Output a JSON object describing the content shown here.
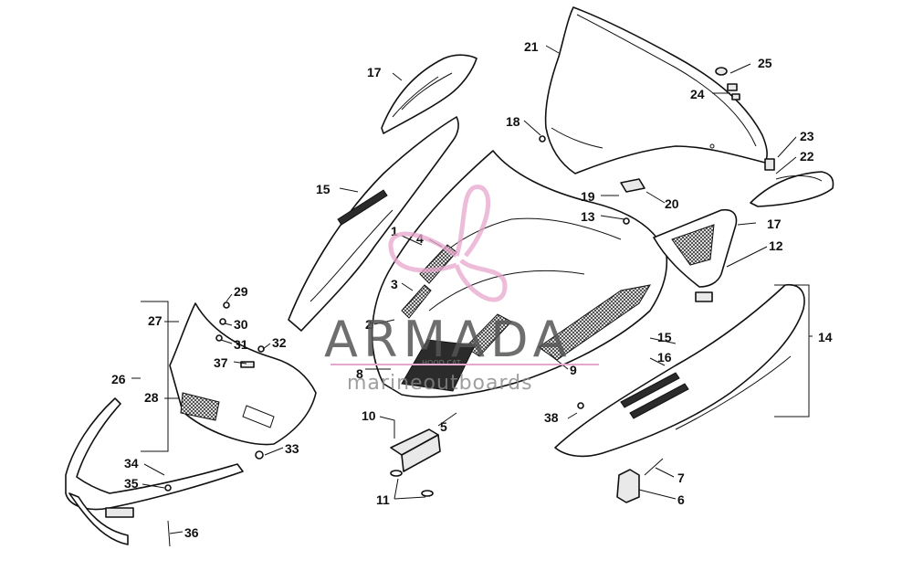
{
  "callouts": [
    {
      "id": "c1",
      "text": "1"
    },
    {
      "id": "c2",
      "text": "2"
    },
    {
      "id": "c3",
      "text": "3"
    },
    {
      "id": "c4",
      "text": "4"
    },
    {
      "id": "c5",
      "text": "5"
    },
    {
      "id": "c6",
      "text": "6"
    },
    {
      "id": "c7",
      "text": "7"
    },
    {
      "id": "c8",
      "text": "8"
    },
    {
      "id": "c9",
      "text": "9"
    },
    {
      "id": "c10",
      "text": "10"
    },
    {
      "id": "c11",
      "text": "11"
    },
    {
      "id": "c12",
      "text": "12"
    },
    {
      "id": "c13",
      "text": "13"
    },
    {
      "id": "c14",
      "text": "14"
    },
    {
      "id": "c15a",
      "text": "15"
    },
    {
      "id": "c15b",
      "text": "15"
    },
    {
      "id": "c16",
      "text": "16"
    },
    {
      "id": "c17a",
      "text": "17"
    },
    {
      "id": "c17b",
      "text": "17"
    },
    {
      "id": "c18",
      "text": "18"
    },
    {
      "id": "c19",
      "text": "19"
    },
    {
      "id": "c20",
      "text": "20"
    },
    {
      "id": "c21",
      "text": "21"
    },
    {
      "id": "c22",
      "text": "22"
    },
    {
      "id": "c23",
      "text": "23"
    },
    {
      "id": "c24",
      "text": "24"
    },
    {
      "id": "c25",
      "text": "25"
    },
    {
      "id": "c26",
      "text": "26"
    },
    {
      "id": "c27",
      "text": "27"
    },
    {
      "id": "c28",
      "text": "28"
    },
    {
      "id": "c29",
      "text": "29"
    },
    {
      "id": "c30",
      "text": "30"
    },
    {
      "id": "c31",
      "text": "31"
    },
    {
      "id": "c32",
      "text": "32"
    },
    {
      "id": "c33",
      "text": "33"
    },
    {
      "id": "c34",
      "text": "34"
    },
    {
      "id": "c35",
      "text": "35"
    },
    {
      "id": "c36",
      "text": "36"
    },
    {
      "id": "c37",
      "text": "37"
    },
    {
      "id": "c38",
      "text": "38"
    }
  ],
  "hood_logo": "HOOD CAT",
  "watermark": {
    "brand": "ARMADA",
    "subtitle": "marineoutboards",
    "logo_color": "#e7a6cc"
  }
}
